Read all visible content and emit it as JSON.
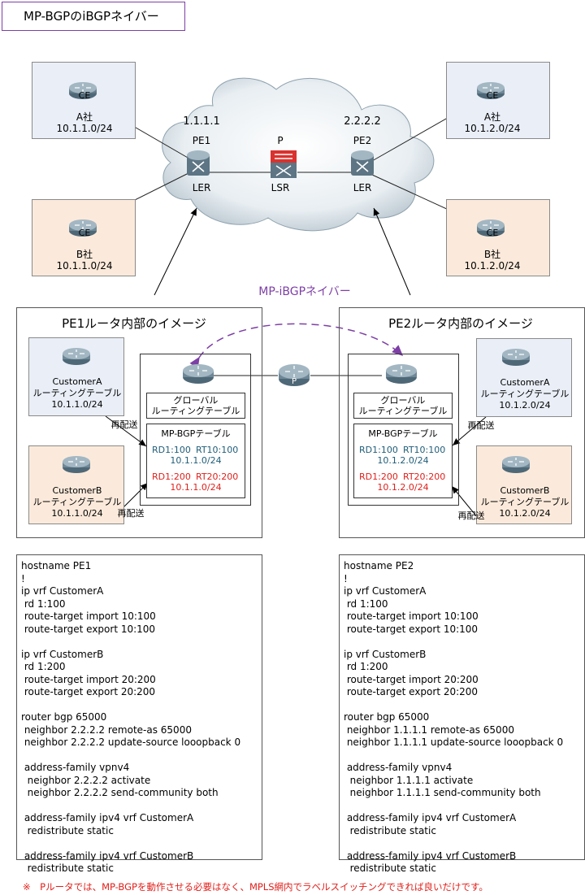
{
  "title": "MP-BGPのiBGPネイバー",
  "network": {
    "pe1": {
      "ip": "1.1.1.1",
      "name": "PE1",
      "role": "LER"
    },
    "p": {
      "name": "P",
      "role": "LSR"
    },
    "pe2": {
      "ip": "2.2.2.2",
      "name": "PE2",
      "role": "LER"
    },
    "sites": [
      {
        "ce": "CE",
        "company": "A社",
        "prefix": "10.1.1.0/24"
      },
      {
        "ce": "CE",
        "company": "B社",
        "prefix": "10.1.1.0/24"
      },
      {
        "ce": "CE",
        "company": "A社",
        "prefix": "10.1.2.0/24"
      },
      {
        "ce": "CE",
        "company": "B社",
        "prefix": "10.1.2.0/24"
      }
    ]
  },
  "ibgp_label": "MP-iBGPネイバー",
  "pe1_panel": {
    "title": "PE1ルータ内部のイメージ",
    "cust_a": {
      "name": "CustomerA",
      "table": "ルーティングテーブル",
      "prefix": "10.1.1.0/24"
    },
    "cust_b": {
      "name": "CustomerB",
      "table": "ルーティングテーブル",
      "prefix": "10.1.1.0/24"
    },
    "redist_a": "再配送",
    "redist_b": "再配送",
    "global_l1": "グローバル",
    "global_l2": "ルーティングテーブル",
    "mpbgp_title": "MP-BGPテーブル",
    "entry_a": {
      "rd": "RD1:100",
      "rt": "RT10:100",
      "prefix": "10.1.1.0/24"
    },
    "entry_b": {
      "rd": "RD1:200",
      "rt": "RT20:200",
      "prefix": "10.1.1.0/24"
    }
  },
  "p_router_label": "P",
  "pe2_panel": {
    "title": "PE2ルータ内部のイメージ",
    "cust_a": {
      "name": "CustomerA",
      "table": "ルーティングテーブル",
      "prefix": "10.1.2.0/24"
    },
    "cust_b": {
      "name": "CustomerB",
      "table": "ルーティングテーブル",
      "prefix": "10.1.2.0/24"
    },
    "redist_a": "再配送",
    "redist_b": "再配送",
    "global_l1": "グローバル",
    "global_l2": "ルーティングテーブル",
    "mpbgp_title": "MP-BGPテーブル",
    "entry_a": {
      "rd": "RD1:100",
      "rt": "RT10:100",
      "prefix": "10.1.2.0/24"
    },
    "entry_b": {
      "rd": "RD1:200",
      "rt": "RT20:200",
      "prefix": "10.1.2.0/24"
    }
  },
  "config_pe1": [
    "hostname PE1",
    "!",
    "ip vrf CustomerA",
    " rd 1:100",
    " route-target import 10:100",
    " route-target export 10:100",
    "",
    "ip vrf CustomerB",
    " rd 1:200",
    " route-target import 20:200",
    " route-target export 20:200",
    "",
    "router bgp 65000",
    " neighbor 2.2.2.2 remote-as 65000",
    " neighbor 2.2.2.2 update-source looopback 0",
    "",
    " address-family vpnv4",
    "  neighbor 2.2.2.2 activate",
    "  neighbor 2.2.2.2 send-community both",
    "",
    " address-family ipv4 vrf CustomerA",
    "  redistribute static",
    "",
    " address-family ipv4 vrf CustomerB",
    "  redistribute static"
  ],
  "config_pe2": [
    "hostname PE2",
    "!",
    "ip vrf CustomerA",
    " rd 1:100",
    " route-target import 10:100",
    " route-target export 10:100",
    "",
    "ip vrf CustomerB",
    " rd 1:200",
    " route-target import 20:200",
    " route-target export 20:200",
    "",
    "router bgp 65000",
    " neighbor 1.1.1.1 remote-as 65000",
    " neighbor 1.1.1.1 update-source looopback 0",
    "",
    " address-family vpnv4",
    "  neighbor 1.1.1.1 activate",
    "  neighbor 1.1.1.1 send-community both",
    "",
    " address-family ipv4 vrf CustomerA",
    "  redistribute static",
    "",
    " address-family ipv4 vrf CustomerB",
    "  redistribute static"
  ],
  "footnote": "※　Pルータでは、MP-BGPを動作させる必要はなく、MPLS網内でラベルスイッチングできれば良いだけです。",
  "colors": {
    "accent": "#7d3fa5",
    "red": "#e0201b",
    "teal": "#1f5d78",
    "blue_box": "#e9eef7",
    "peach_box": "#fbeadb"
  }
}
